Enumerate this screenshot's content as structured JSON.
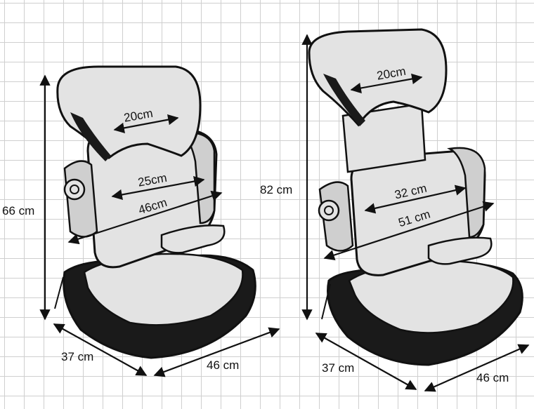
{
  "colors": {
    "outline": "#111111",
    "seat_fill": "#e3e3e3",
    "shell_dark": "#1a1a1a",
    "grid": "#cfcfcf"
  },
  "left_seat": {
    "height": "66 cm",
    "depth": "37 cm",
    "width": "46 cm",
    "headrest_width": "20cm",
    "back_width": "25cm",
    "shoulder_width": "46cm"
  },
  "right_seat": {
    "height": "82 cm",
    "depth": "37 cm",
    "width": "46 cm",
    "headrest_width": "20cm",
    "back_width": "32 cm",
    "shoulder_width": "51 cm"
  }
}
